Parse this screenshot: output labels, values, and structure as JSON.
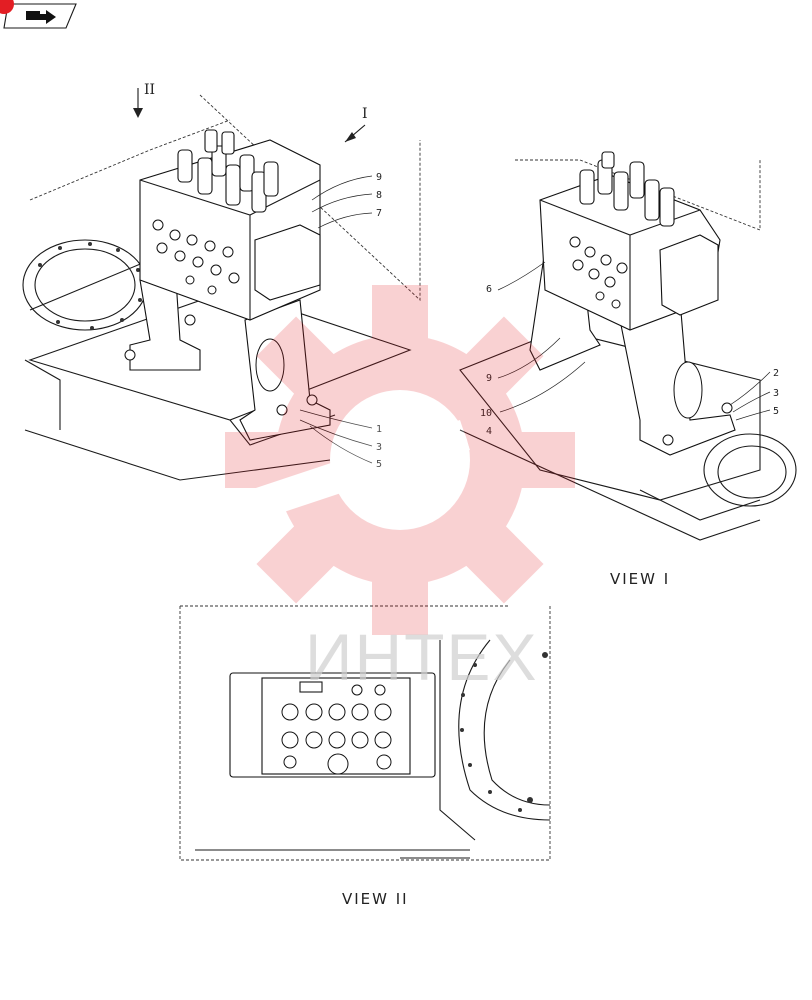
{
  "header": {
    "badge_color": "#e31e24",
    "icon": "book-arrow-icon"
  },
  "callouts": {
    "main": [
      "9",
      "8",
      "7",
      "1",
      "3",
      "5"
    ],
    "view_i": [
      "6",
      "9",
      "10",
      "4",
      "2",
      "3",
      "5"
    ]
  },
  "arrows": {
    "view_i": "I",
    "view_ii": "II"
  },
  "views": {
    "view_i_title": "VIEW I",
    "view_ii_title": "VIEW II"
  },
  "watermark": {
    "text": "ИНТЕХ",
    "color": "#e31e24"
  }
}
